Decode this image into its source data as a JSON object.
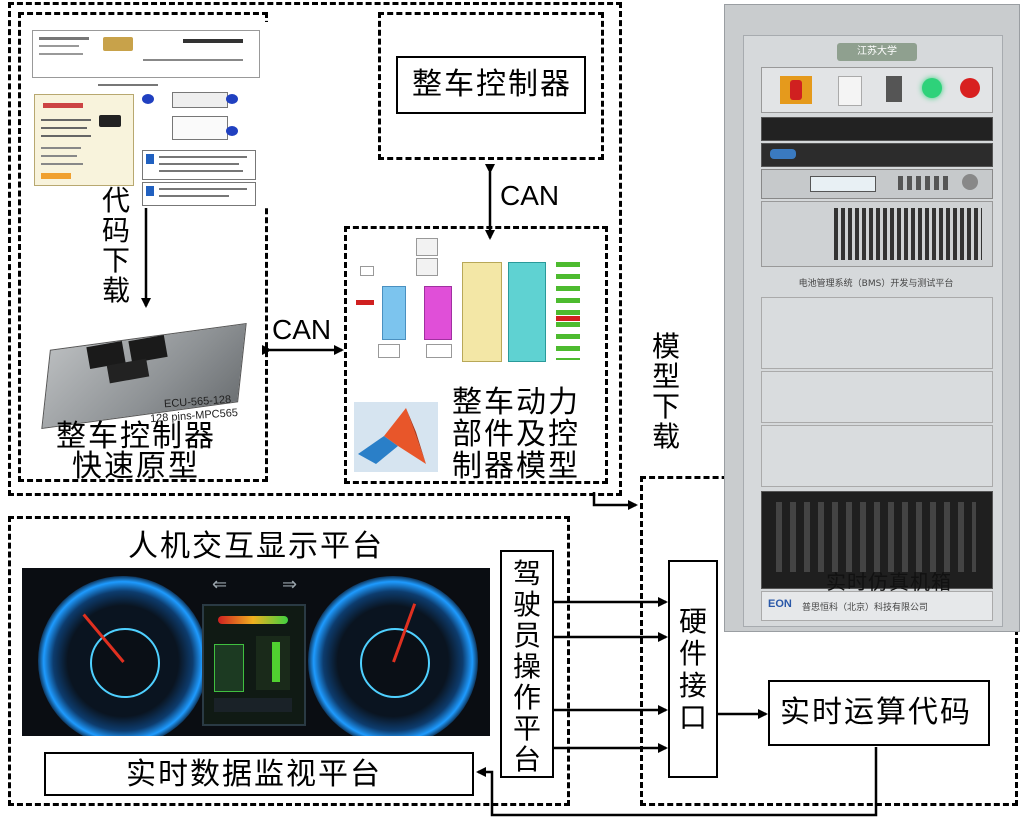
{
  "labels": {
    "vehicle_controller": "整车控制器",
    "can_top": "CAN",
    "can_left": "CAN",
    "code_download": "代码下载",
    "rapid_prototype_line1": "整车控制器",
    "rapid_prototype_line2": "快速原型",
    "model_line1": "整车动力",
    "model_line2": "部件及控",
    "model_line3": "制器模型",
    "model_download": "模型下载",
    "hmi_platform": "人机交互显示平台",
    "driver_platform": "驾驶员操作平台",
    "hardware_interface": "硬件接口",
    "realtime_code": "实时运算代码",
    "realtime_monitor": "实时数据监视平台",
    "realtime_chassis": "实时仿真机箱"
  },
  "ecu_text": {
    "line1": "ECU-565-128",
    "line2": "128 pins-MPC565"
  },
  "cabinet": {
    "nameplate": "江苏大学",
    "title_strip": "电池管理系统（BMS）开发与测试平台",
    "brand": "EON",
    "brand_text": "普思恒科（北京）科技有限公司"
  },
  "colors": {
    "line": "#000000",
    "cabinet": "#c9ccce",
    "dash_glow": "#1e9bff",
    "gauge_needle": "#e03020",
    "simulink_yellow": "#f3e7a6",
    "simulink_cyan": "#5fd2d2",
    "simulink_magenta": "#e04fd8",
    "simulink_blue": "#7cc4ee",
    "simulink_green": "#4dbb2f"
  }
}
